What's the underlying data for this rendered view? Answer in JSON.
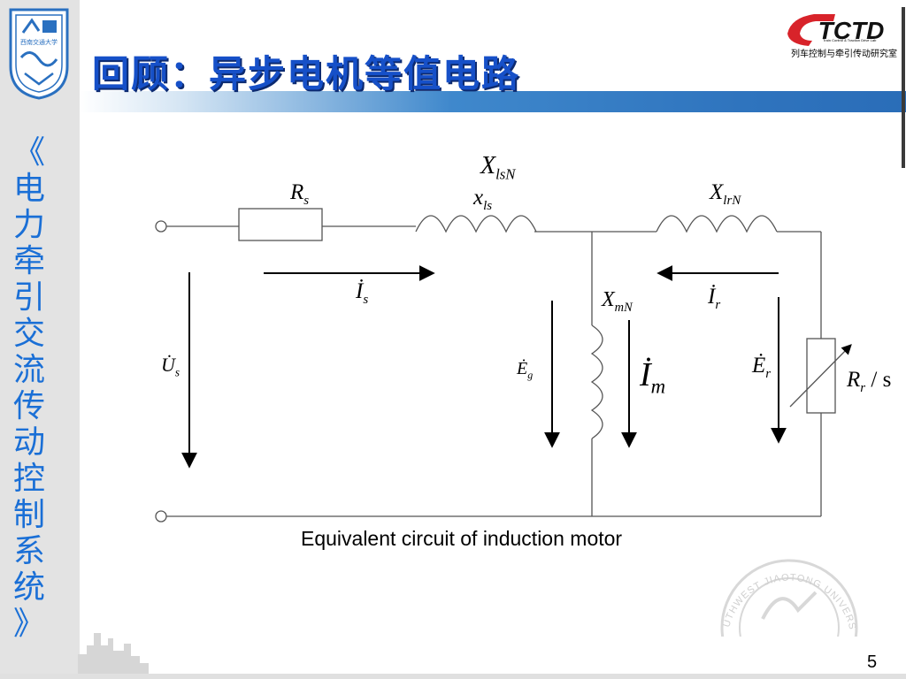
{
  "sidebar": {
    "title_lines": [
      "《",
      "电",
      "力",
      "牵",
      "引",
      "交",
      "流",
      "传",
      "动",
      "控",
      "制",
      "系",
      "统",
      "》"
    ]
  },
  "header": {
    "title": "回顾：异步电机等值电路"
  },
  "lab_logo": {
    "mark": "TCTD",
    "english": "Train Control & Traction Drive Lab",
    "chinese": "列车控制与牵引传动研究室"
  },
  "university_logo": {
    "text": "西南交通大学"
  },
  "circuit": {
    "labels": {
      "XlsN": {
        "main": "X",
        "sub": "lsN"
      },
      "xls": {
        "main": "x",
        "sub": "ls"
      },
      "Rs": {
        "main": "R",
        "sub": "s"
      },
      "XlrN": {
        "main": "X",
        "sub": "lrN"
      },
      "Is": {
        "main": "İ",
        "sub": "s"
      },
      "Ir": {
        "main": "İ",
        "sub": "r"
      },
      "Us": {
        "main": "U̇",
        "sub": "s"
      },
      "XmN": {
        "main": "X",
        "sub": "mN"
      },
      "Eg": {
        "main": "Ė",
        "sub": "g"
      },
      "Im": {
        "main": "İ",
        "sub": "m"
      },
      "Er": {
        "main": "Ė",
        "sub": "r"
      },
      "Rr": {
        "main": "R",
        "sub": "r",
        "suffix": " / s"
      }
    },
    "caption": "Equivalent circuit of induction motor"
  },
  "watermark": {
    "text": "UTHWEST JIAOTONG UNIVERS"
  },
  "footer": {
    "page_number": "5"
  },
  "colors": {
    "title": "#1650c8",
    "sidebar_text": "#1a6fd6",
    "band": "#2f74be",
    "lab_logo_red": "#d8232a"
  }
}
